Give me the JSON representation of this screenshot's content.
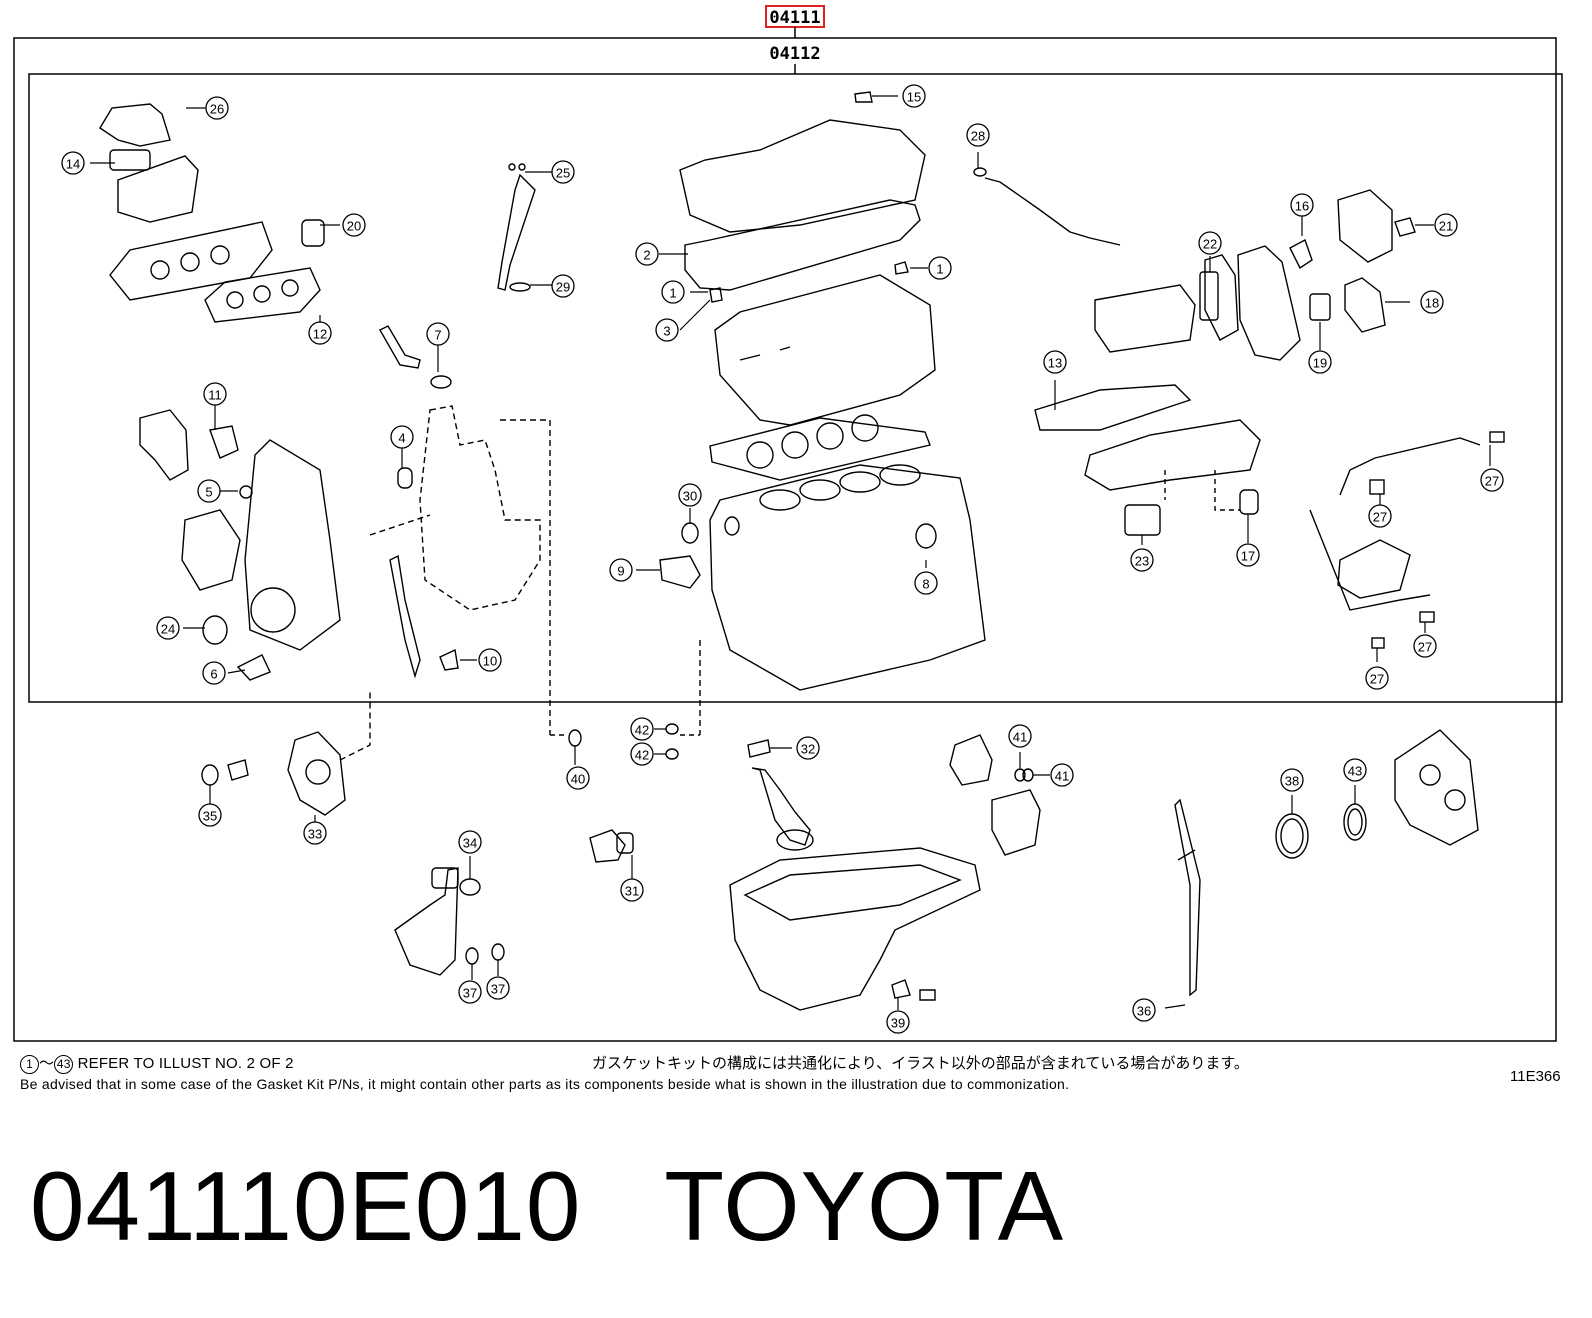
{
  "header": {
    "kit_code": "04111",
    "subkit_code": "04112"
  },
  "callouts": [
    {
      "n": "26"
    },
    {
      "n": "14"
    },
    {
      "n": "20"
    },
    {
      "n": "12"
    },
    {
      "n": "25"
    },
    {
      "n": "29"
    },
    {
      "n": "7"
    },
    {
      "n": "11"
    },
    {
      "n": "5"
    },
    {
      "n": "4"
    },
    {
      "n": "24"
    },
    {
      "n": "6"
    },
    {
      "n": "10"
    },
    {
      "n": "15"
    },
    {
      "n": "2"
    },
    {
      "n": "1"
    },
    {
      "n": "1"
    },
    {
      "n": "3"
    },
    {
      "n": "28"
    },
    {
      "n": "30"
    },
    {
      "n": "9"
    },
    {
      "n": "8"
    },
    {
      "n": "16"
    },
    {
      "n": "21"
    },
    {
      "n": "22"
    },
    {
      "n": "18"
    },
    {
      "n": "19"
    },
    {
      "n": "13"
    },
    {
      "n": "17"
    },
    {
      "n": "23"
    },
    {
      "n": "27"
    },
    {
      "n": "27"
    },
    {
      "n": "27"
    },
    {
      "n": "27"
    },
    {
      "n": "35"
    },
    {
      "n": "33"
    },
    {
      "n": "40"
    },
    {
      "n": "42"
    },
    {
      "n": "42"
    },
    {
      "n": "32"
    },
    {
      "n": "41"
    },
    {
      "n": "41"
    },
    {
      "n": "38"
    },
    {
      "n": "43"
    },
    {
      "n": "34"
    },
    {
      "n": "31"
    },
    {
      "n": "37"
    },
    {
      "n": "37"
    },
    {
      "n": "39"
    },
    {
      "n": "36"
    }
  ],
  "footer": {
    "range_start": "1",
    "range_end": "43",
    "range_sep": "～",
    "refer_text": "REFER TO ILLUST NO. 2 OF 2",
    "note_ja": "ガスケットキットの構成には共通化により、イラスト以外の部品が含まれている場合があります。",
    "note_en": "Be advised that in some case of the Gasket Kit P/Ns,  it might contain other parts as its components beside what is shown in the illustration due to commonization.",
    "illus_code": "11E366"
  },
  "title": {
    "part_number": "041110E010",
    "brand": "TOYOTA"
  }
}
